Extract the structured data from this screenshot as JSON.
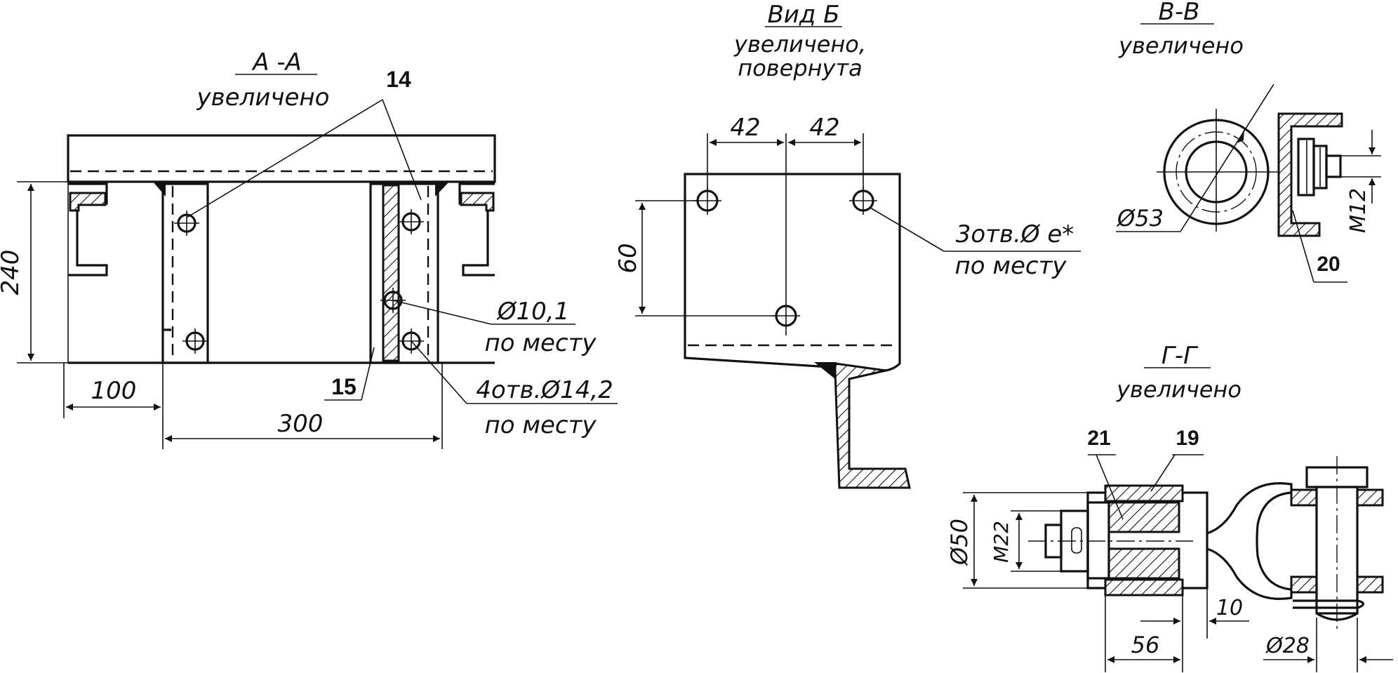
{
  "views": {
    "section_aa": {
      "title": "А -А",
      "subtitle": "увеличено",
      "dims": {
        "height": "240",
        "left": "100",
        "span": "300"
      },
      "callouts": {
        "part_a": "14",
        "part_b": "15",
        "hole_small": "Ø10,1",
        "hole_small_note": "по месту",
        "holes": "4отв.Ø14,2",
        "holes_note": "по месту"
      }
    },
    "view_b": {
      "title": "Вид Б",
      "subtitle_1": "увеличено,",
      "subtitle_2": "повернута",
      "dims": {
        "left_spacing": "42",
        "right_spacing": "42",
        "vertical": "60"
      },
      "callouts": {
        "holes": "3отв.Ø е*",
        "holes_note": "по месту"
      }
    },
    "section_vv": {
      "title": "В-В",
      "subtitle": "увеличено",
      "dims": {
        "diameter": "Ø53",
        "thread": "M12"
      },
      "callouts": {
        "part": "20"
      }
    },
    "section_gg": {
      "title": "Г-Г",
      "subtitle": "увеличено",
      "dims": {
        "diameter": "Ø50",
        "thread": "M22",
        "width": "56",
        "gap": "10",
        "pin": "Ø28"
      },
      "callouts": {
        "part_a": "21",
        "part_b": "19"
      }
    }
  }
}
